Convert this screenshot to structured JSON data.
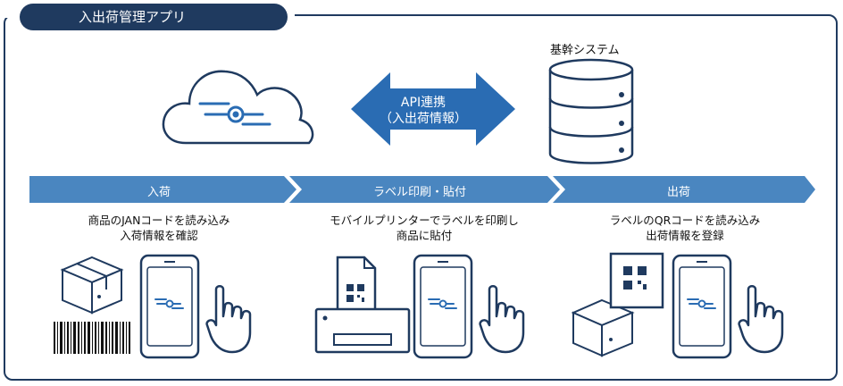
{
  "app": {
    "title": "入出荷管理アプリ"
  },
  "system": {
    "label": "基幹システム"
  },
  "api": {
    "line1": "API連携",
    "line2": "（入出荷情報）"
  },
  "steps": [
    {
      "label": "入荷",
      "desc1": "商品のJANコードを読み込み",
      "desc2": "入荷情報を確認"
    },
    {
      "label": "ラベル印刷・貼付",
      "desc1": "モバイルプリンターでラベルを印刷し",
      "desc2": "商品に貼付"
    },
    {
      "label": "出荷",
      "desc1": "ラベルのQRコードを読み込み",
      "desc2": "出荷情報を登録"
    }
  ],
  "colors": {
    "navy": "#1f3a5f",
    "blue": "#2a6cb3",
    "bar": "#4a86c0",
    "bar_light": "#6a9ed0"
  }
}
